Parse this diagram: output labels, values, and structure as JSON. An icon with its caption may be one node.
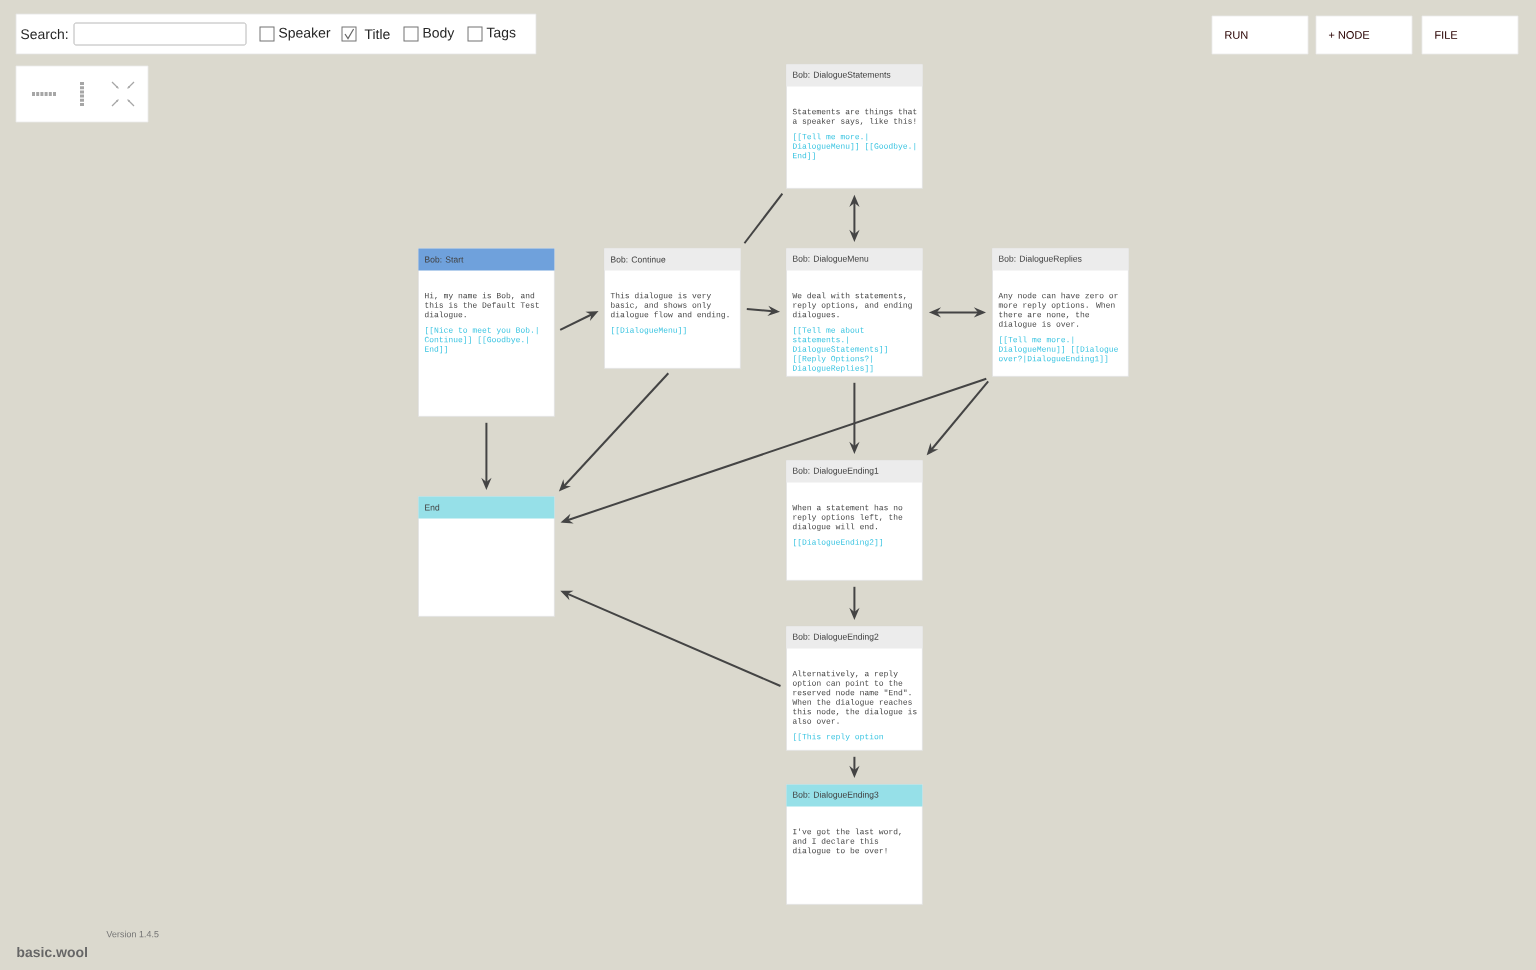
{
  "diagram": {
    "nodes": [
      {
        "text": [
          "Bob: Start",
          "Hi, my name is Bob, and this is the Default Test dialogue.",
          "[[Nice to meet you Bob.|Continue]] [[Goodbye.|End]]"
        ]
      },
      {
        "text": [
          "Bob: Continue",
          "This dialogue is very basic, and shows only dialogue flow and ending.",
          "[[DialogueMenu]]"
        ]
      },
      {
        "text": [
          "Bob: DialogueStatements",
          "Statements are things that a speaker says, like this!",
          "[[Tell me more.|DialogueMenu]] [[Goodbye.|End]]"
        ]
      },
      {
        "text": [
          "Bob: DialogueMenu",
          "We deal with statements, reply options, and ending dialogues.",
          "[[Tell me about statements.|DialogueStatements]] [[Reply Options?|DialogueReplies]]"
        ]
      },
      {
        "text": [
          "Bob: DialogueReplies",
          "Any node can have zero or more reply options. When there are none, the dialogue is over.",
          "[[Tell me more.|DialogueMenu]] [[Dialogue over?|DialogueEnding1]]"
        ]
      },
      {
        "text": [
          "End"
        ]
      },
      {
        "text": [
          "Bob: DialogueEnding1",
          "When a statement has no reply options left, the dialogue will end.",
          "[[DialogueEnding2]]"
        ]
      },
      {
        "text": [
          "Bob: DialogueEnding2",
          "Alternatively, a reply option can point to the reserved node name \"End\". When the dialogue reaches this node, the dialogue is also over.",
          "[[This reply option"
        ]
      },
      {
        "text": [
          "Bob: DialogueEnding3",
          "I've got the last word, and I declare this dialogue to be over!"
        ]
      }
    ],
    "edges": [
      {
        "from": 0,
        "to": 1,
        "arrow": "to"
      },
      {
        "from": 0,
        "to": 5,
        "arrow": "to"
      },
      {
        "from": 1,
        "to": 3,
        "arrow": "to"
      },
      {
        "from": 1,
        "to": 5,
        "arrow": "to"
      },
      {
        "from": 1,
        "to": 2,
        "arrow": "none"
      },
      {
        "from": 2,
        "to": 3,
        "arrow": "both"
      },
      {
        "from": 3,
        "to": 4,
        "arrow": "both"
      },
      {
        "from": 3,
        "to": 6,
        "arrow": "to"
      },
      {
        "from": 4,
        "to": 6,
        "arrow": "to"
      },
      {
        "from": 4,
        "to": 5,
        "arrow": "to"
      },
      {
        "from": 6,
        "to": 7,
        "arrow": "to"
      },
      {
        "from": 7,
        "to": 5,
        "arrow": "to"
      },
      {
        "from": 7,
        "to": 8,
        "arrow": "to"
      }
    ],
    "labels": [
      "Search:",
      "Speaker",
      "Title",
      "Body",
      "Tags",
      "RUN",
      "+ NODE",
      "FILE",
      "Version 1.4.5",
      "basic.wool"
    ]
  }
}
